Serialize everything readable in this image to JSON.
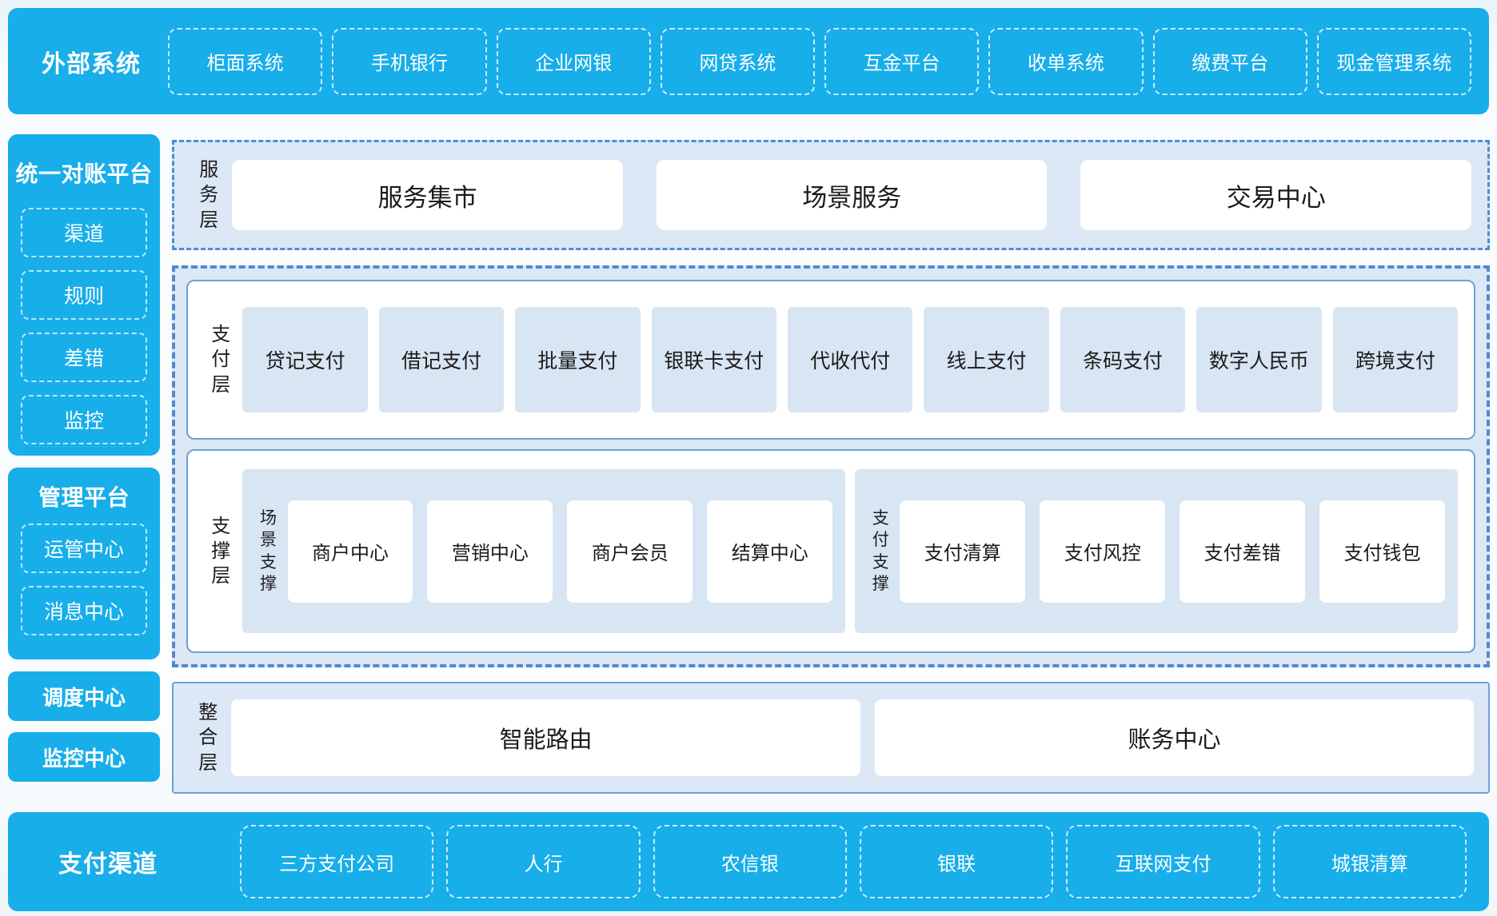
{
  "colors": {
    "brand_blue": "#17aeea",
    "panel_bg": "#dce8f5",
    "dashed_border": "#5289cf",
    "solid_border": "#6ba1d9",
    "item_bg": "#d8e5f3"
  },
  "top_bar": {
    "title": "外部系统",
    "items": [
      "柜面系统",
      "手机银行",
      "企业网银",
      "网贷系统",
      "互金平台",
      "收单系统",
      "缴费平台",
      "现金管理系统"
    ]
  },
  "sidebar": {
    "reconcile_platform": {
      "title": "统一对账平台",
      "items": [
        "渠道",
        "规则",
        "差错",
        "监控"
      ]
    },
    "management_platform": {
      "title": "管理平台",
      "items": [
        "运管中心",
        "消息中心"
      ]
    },
    "dispatch_center": "调度中心",
    "monitor_center": "监控中心"
  },
  "service_layer": {
    "label": "服务层",
    "items": [
      "服务集市",
      "场景服务",
      "交易中心"
    ]
  },
  "payment_layer": {
    "label": "支付层",
    "items": [
      "贷记支付",
      "借记支付",
      "批量支付",
      "银联卡支付",
      "代收代付",
      "线上支付",
      "条码支付",
      "数字人民币",
      "跨境支付"
    ]
  },
  "support_layer": {
    "label": "支撑层",
    "groups": [
      {
        "label": "场景支撑",
        "items": [
          "商户中心",
          "营销中心",
          "商户会员",
          "结算中心"
        ]
      },
      {
        "label": "支付支撑",
        "items": [
          "支付清算",
          "支付风控",
          "支付差错",
          "支付钱包"
        ]
      }
    ]
  },
  "integration_layer": {
    "label": "整合层",
    "items": [
      "智能路由",
      "账务中心"
    ]
  },
  "bottom_bar": {
    "title": "支付渠道",
    "items": [
      "三方支付公司",
      "人行",
      "农信银",
      "银联",
      "互联网支付",
      "城银清算"
    ]
  }
}
